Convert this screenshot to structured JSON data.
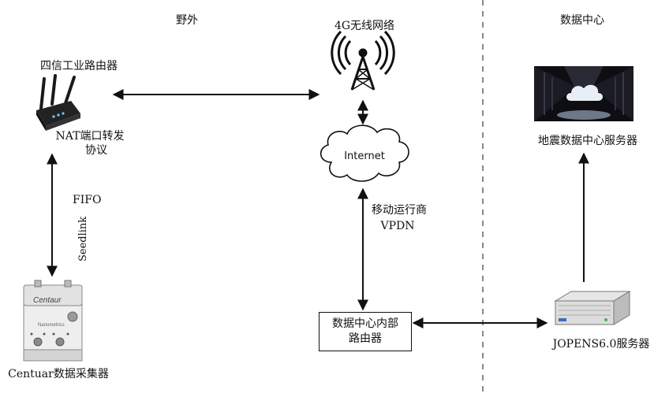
{
  "regions": {
    "field": "野外",
    "datacenter": "数据中心"
  },
  "nodes": {
    "router": {
      "title": "四信工业路由器",
      "nat_line1": "NAT端口转发",
      "nat_line2": "协议"
    },
    "tower": {
      "label": "4G无线网络"
    },
    "cloud": {
      "label": "Internet"
    },
    "carrier": {
      "line1": "移动运行商",
      "line2": "VPDN"
    },
    "dc_router": {
      "line1": "数据中心内部",
      "line2": "路由器"
    },
    "seismic_server": {
      "label": "地震数据中心服务器"
    },
    "jopens_server": {
      "label": "JOPENS6.0服务器"
    },
    "centaur": {
      "label": "Centuar数据采集器",
      "brand": "Centaur",
      "maker": "Nanometrics"
    }
  },
  "links": {
    "fifo": {
      "label": "FIFO"
    },
    "seedlink": {
      "label": "Seedlink"
    }
  }
}
